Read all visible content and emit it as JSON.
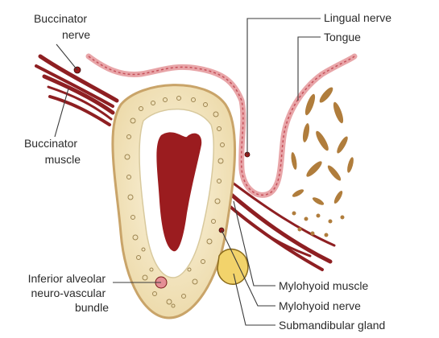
{
  "labels": {
    "buccinator_nerve": [
      "Buccinator",
      "nerve"
    ],
    "buccinator_muscle": [
      "Buccinator",
      "muscle"
    ],
    "lingual_nerve": "Lingual nerve",
    "tongue": "Tongue",
    "inferior_alveolar": [
      "Inferior alveolar",
      "neuro-vascular",
      "bundle"
    ],
    "mylohyoid_muscle": "Mylohyoid muscle",
    "mylohyoid_nerve": "Mylohyoid nerve",
    "submandibular_gland": "Submandibular gland"
  },
  "colors": {
    "mucosa": "#e8a5a8",
    "mucosa_edge": "#c6505a",
    "muscle": "#8e1f22",
    "bone": "#efe2bd",
    "bone_edge": "#c9a469",
    "pulp": "#9b1c1f",
    "dentin": "#ffffff",
    "tongue_fibers": "#b07d3c",
    "gland": "#f2d36b"
  }
}
